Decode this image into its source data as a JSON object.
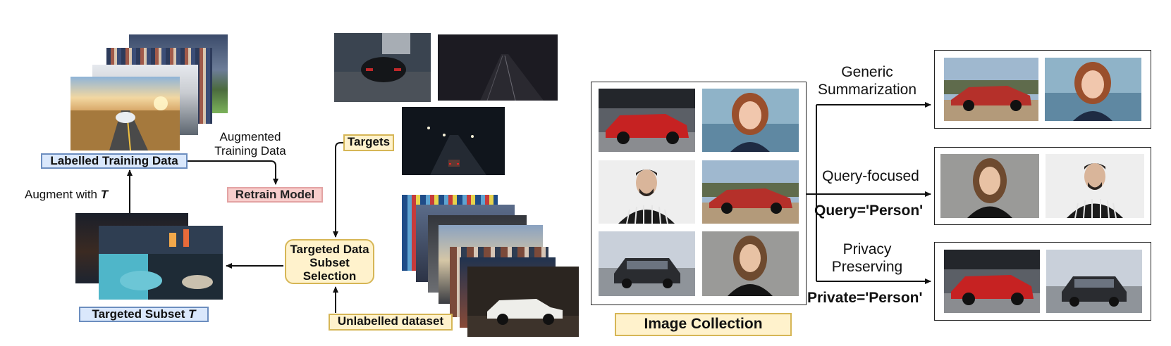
{
  "left": {
    "labelled_training_data": "Labelled Training Data",
    "augmented_training_data": "Augmented Training Data",
    "retrain_model": "Retrain Model",
    "augment_with": "Augment with",
    "augment_symbol": "T",
    "targeted_subset_prefix": "Targeted Subset",
    "targeted_subset_symbol": "T",
    "targets": "Targets",
    "targeted_selection": "Targeted Data Subset Selection",
    "unlabelled_dataset": "Unlabelled dataset"
  },
  "right": {
    "image_collection": "Image Collection",
    "generic_summarization": "Generic Summarization",
    "query_focused": "Query-focused",
    "query_value": "Query='Person'",
    "privacy_preserving": "Privacy Preserving",
    "private_value": "Private='Person'"
  },
  "icons": [
    "red-car-photo",
    "woman-portrait-photo",
    "man-portrait-photo",
    "vintage-red-car-photo",
    "black-car-photo",
    "blonde-woman-photo",
    "city-street-photo",
    "night-road-photo"
  ],
  "colors": {
    "blue_fill": "#dae8fc",
    "blue_border": "#6c8ebf",
    "red_fill": "#f8cecc",
    "red_border": "#e3a3a3",
    "yellow_fill": "#fff2cc",
    "yellow_border": "#d6b656"
  }
}
